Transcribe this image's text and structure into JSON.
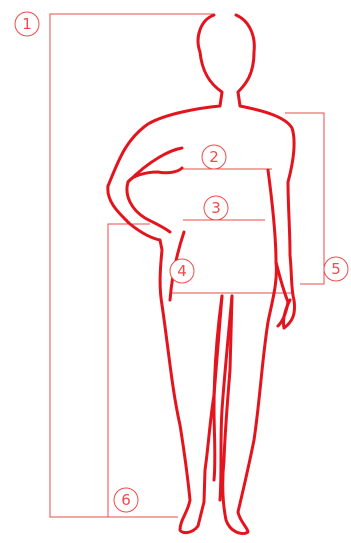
{
  "colors": {
    "figure_outline": "#e3141d",
    "guide_lines": "#ee4b4b"
  },
  "markers": [
    {
      "id": "1",
      "label": "1",
      "measurement_line": "height"
    },
    {
      "id": "2",
      "label": "2",
      "measurement_line": "bust"
    },
    {
      "id": "3",
      "label": "3",
      "measurement_line": "waist"
    },
    {
      "id": "4",
      "label": "4",
      "measurement_line": "hips"
    },
    {
      "id": "5",
      "label": "5",
      "measurement_line": "shoulder-to-hip"
    },
    {
      "id": "6",
      "label": "6",
      "measurement_line": "waist-to-floor"
    }
  ]
}
